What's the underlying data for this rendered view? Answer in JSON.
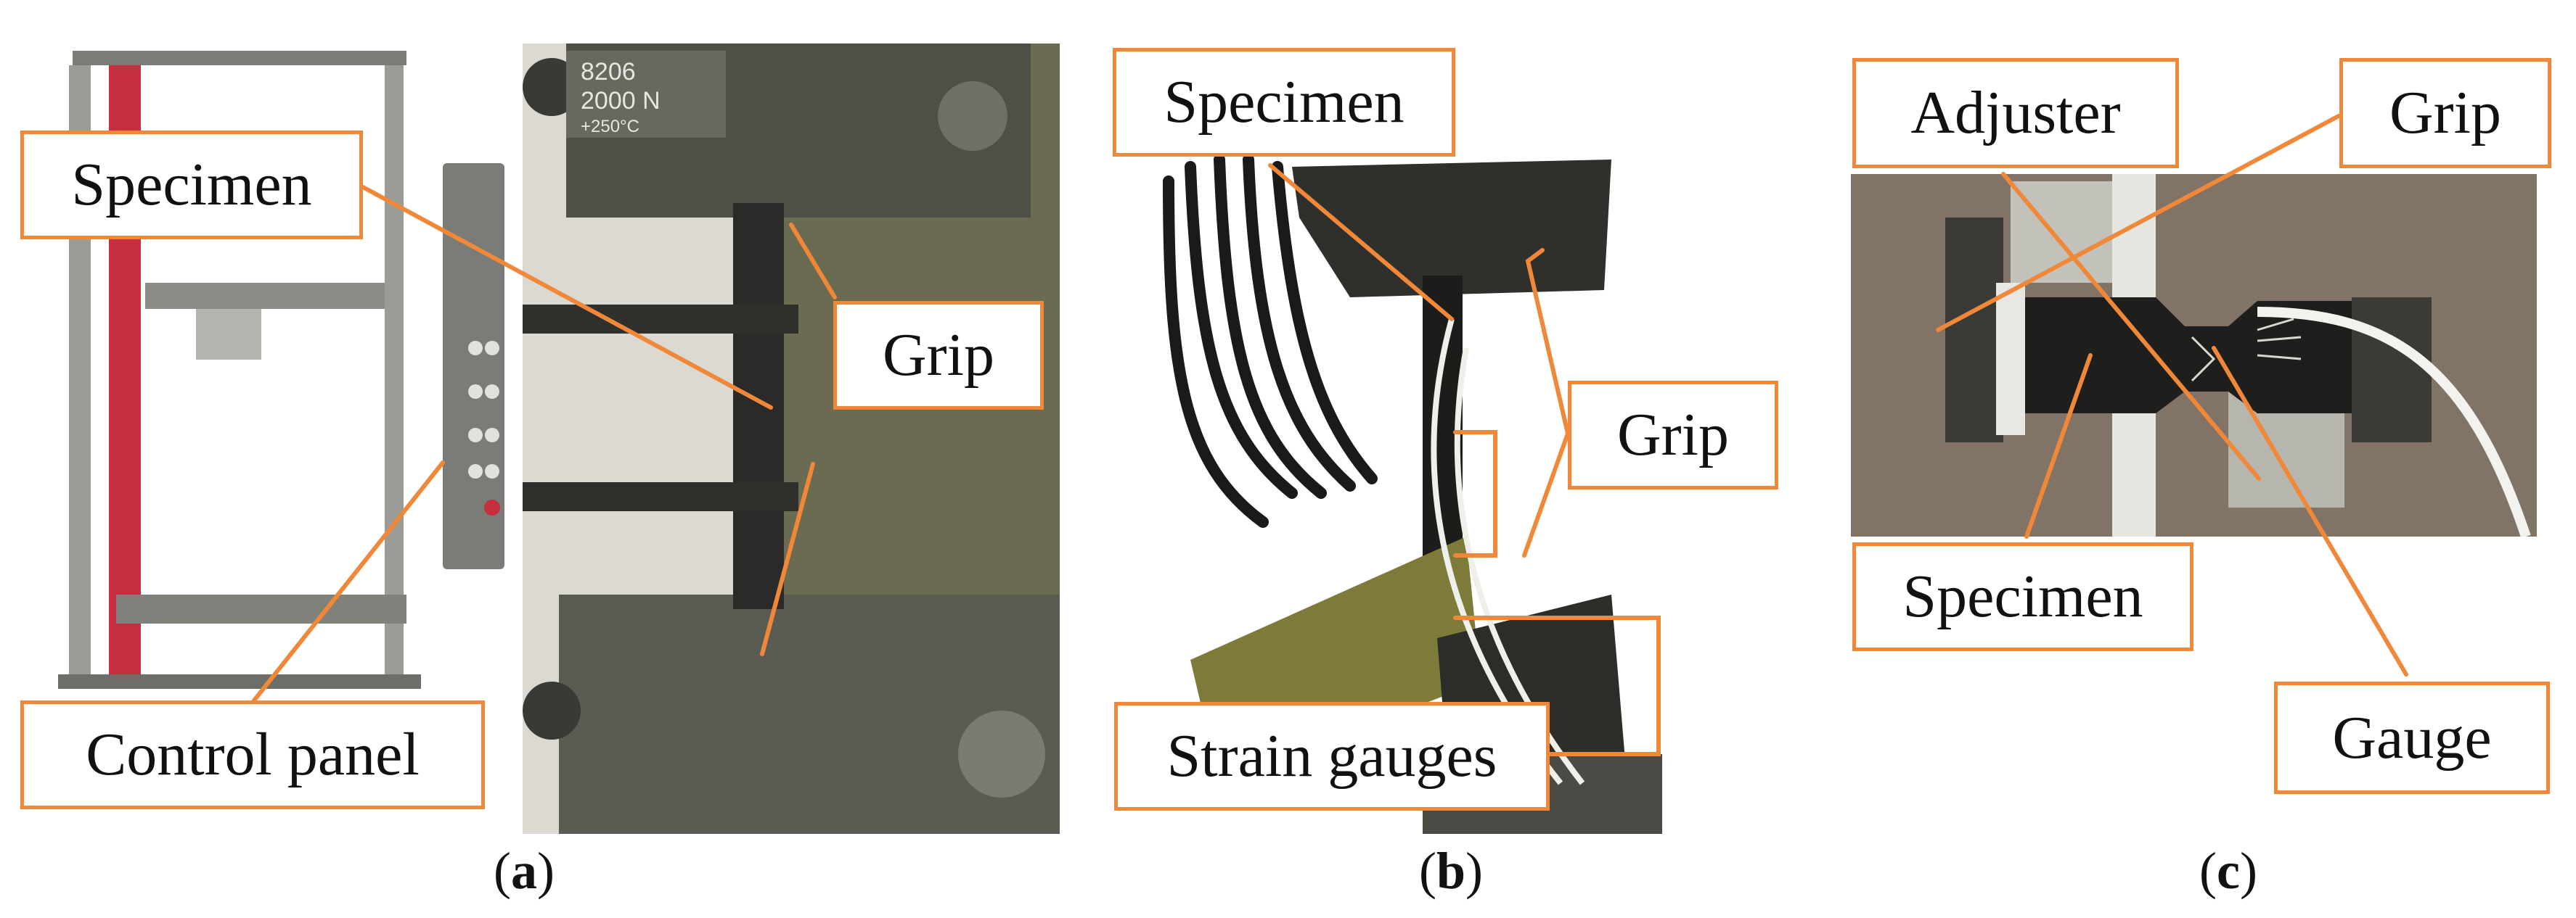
{
  "panels": [
    {
      "caption": {
        "open": "(",
        "letter": "a",
        "close": ")"
      },
      "labels": {
        "specimen": "Specimen",
        "grip": "Grip",
        "control_panel": "Control panel"
      },
      "machine_markings": {
        "model": "8206",
        "capacity": "2000 N",
        "temperature": "+250°C"
      }
    },
    {
      "caption": {
        "open": "(",
        "letter": "b",
        "close": ")"
      },
      "labels": {
        "specimen": "Specimen",
        "grip": "Grip",
        "strain_gauges": "Strain gauges"
      }
    },
    {
      "caption": {
        "open": "(",
        "letter": "c",
        "close": ")"
      },
      "labels": {
        "adjuster": "Adjuster",
        "grip": "Grip",
        "specimen": "Specimen",
        "gauge": "Gauge"
      }
    }
  ],
  "colors": {
    "callout_border": "#f0883a",
    "accent_red": "#c62f3f"
  }
}
